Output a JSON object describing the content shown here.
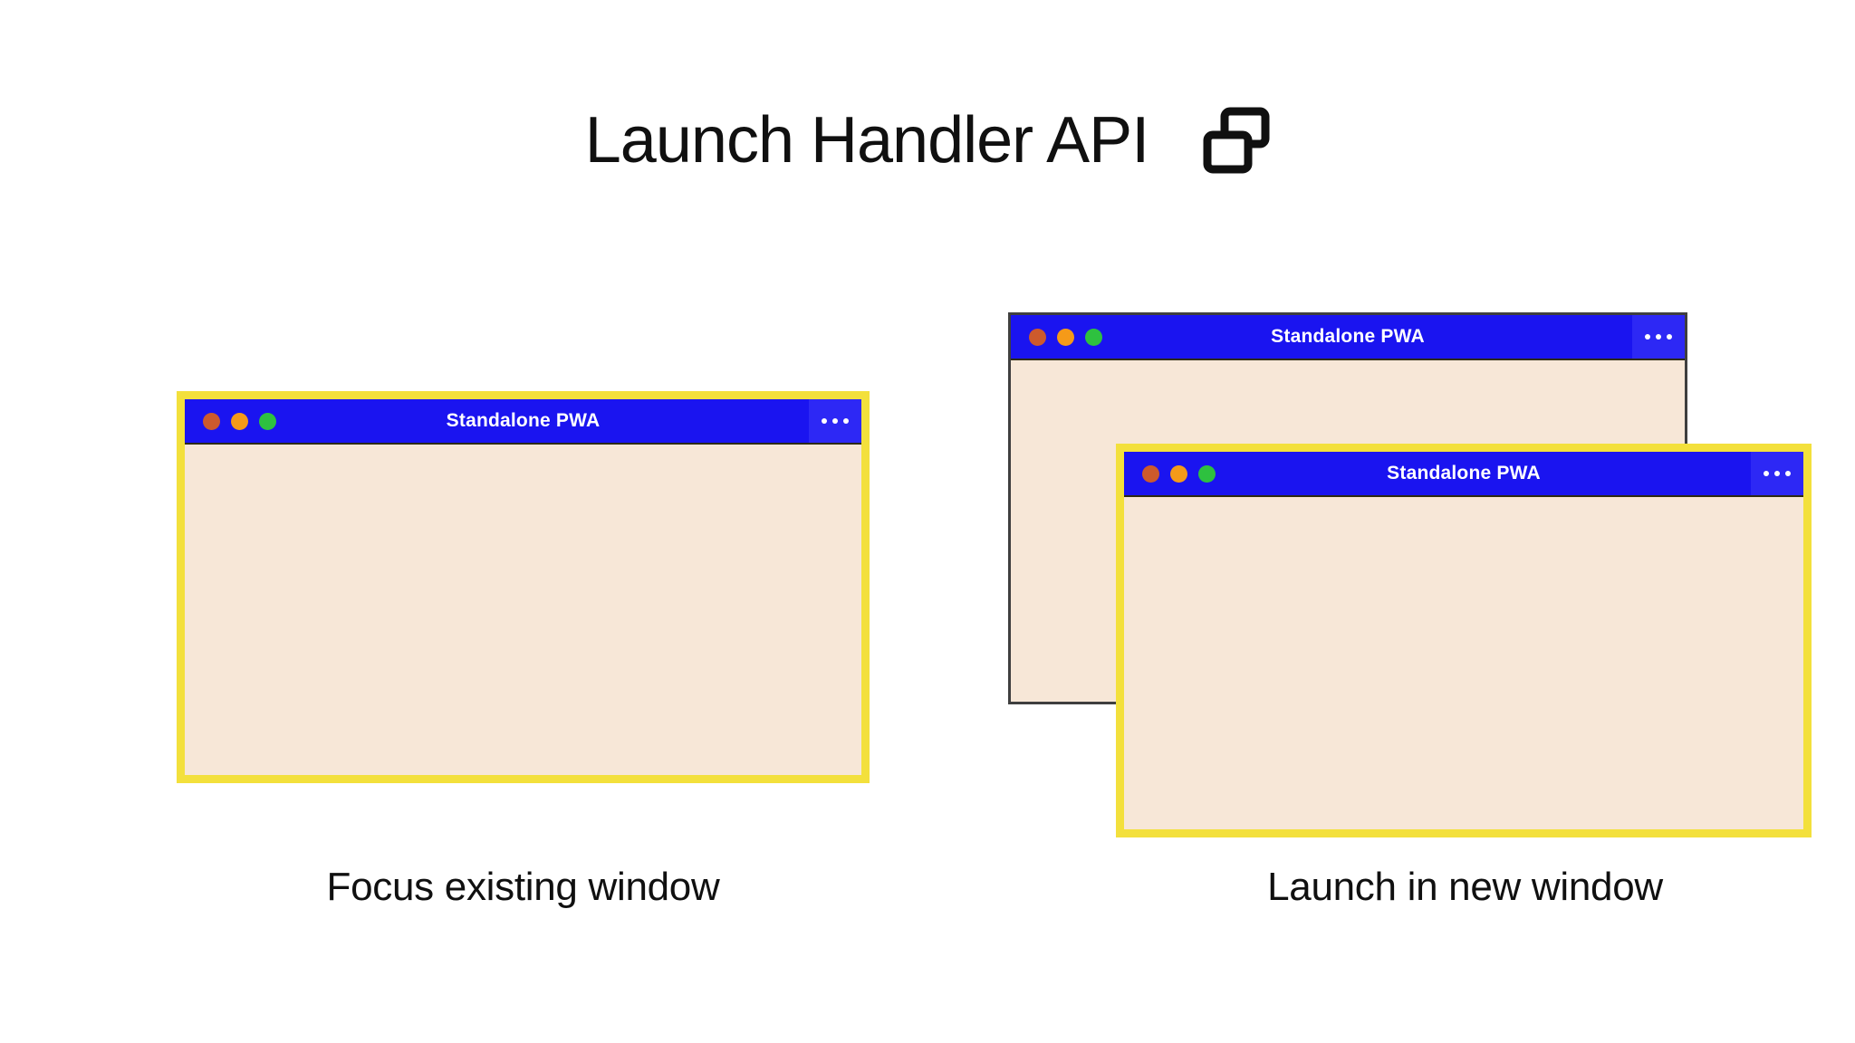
{
  "header": {
    "title": "Launch Handler API",
    "icon": "multiple-windows-icon"
  },
  "colors": {
    "background": "#ffffff",
    "titlebar_blue": "#1a14f0",
    "menu_blue": "#2d28f5",
    "window_body_cream": "#f7e7d7",
    "highlight_yellow": "#f3e03c",
    "plain_border_gray": "#3f3f3f",
    "dot_close": "#cd5a2c",
    "dot_minimize": "#f59a18",
    "dot_maximize": "#2ec13f",
    "text_dark": "#101010",
    "titlebar_text": "#ffffff"
  },
  "scenarios": [
    {
      "id": "focus-existing",
      "caption": "Focus existing window",
      "windows": [
        {
          "id": "window-focus",
          "title": "Standalone PWA",
          "highlighted": true,
          "menu_label": "more-options",
          "traffic_lights": [
            "close",
            "minimize",
            "maximize"
          ]
        }
      ]
    },
    {
      "id": "launch-new",
      "caption": "Launch in new window",
      "windows": [
        {
          "id": "window-back",
          "title": "Standalone PWA",
          "highlighted": false,
          "menu_label": "more-options",
          "traffic_lights": [
            "close",
            "minimize",
            "maximize"
          ]
        },
        {
          "id": "window-front",
          "title": "Standalone PWA",
          "highlighted": true,
          "menu_label": "more-options",
          "traffic_lights": [
            "close",
            "minimize",
            "maximize"
          ]
        }
      ]
    }
  ]
}
